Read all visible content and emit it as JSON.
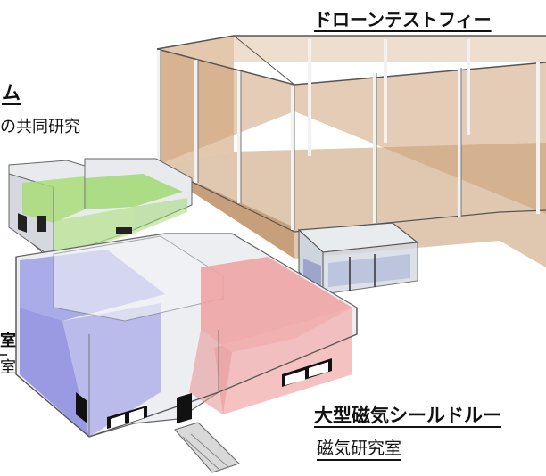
{
  "labels": {
    "drone_field_title": "ドローンテストフィー",
    "room_title_fragment": "ム",
    "joint_research_fragment": "の共同研究",
    "left_title_fragment": "室",
    "left_sub_fragment": "室",
    "shield_room_title": "大型磁気シールドルー",
    "magnetic_lab": "磁気研究室"
  },
  "colors": {
    "drone_field": "#d9b896",
    "joint_research_room": "#9fd86a",
    "left_room": "#8f8fe6",
    "shield_room": "#f0a0a0",
    "glass": "#d8dde3"
  }
}
